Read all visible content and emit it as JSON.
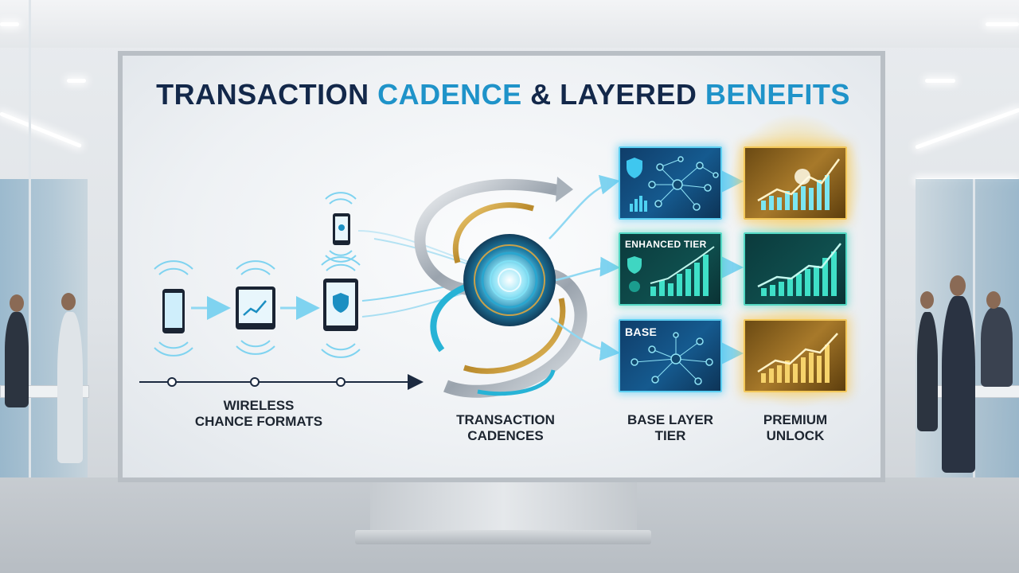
{
  "title": {
    "part1": "TRANSACTION ",
    "part2": "CADENCE",
    "part3": " & LAYERED ",
    "part4": "BENEFITS"
  },
  "labels": {
    "wireless": "WIRELESS\nCHANCE FORMATS",
    "cadences": "TRANSACTION\nCADENCES",
    "base_layer": "BASE LAYER\nTIER",
    "premium": "PREMIUM\nUNLOCK"
  },
  "panels": {
    "enhanced_tier": "ENHANCED TIER",
    "base": "BASE"
  },
  "icons": [
    "smartphone-icon",
    "tablet-trend-icon",
    "tablet-shield-icon",
    "phone-location-icon",
    "shield-icon",
    "network-icon",
    "bar-chart-icon"
  ],
  "colors": {
    "title_dark": "#13284a",
    "title_accent": "#1f93c9",
    "panel_blue": "#155a8f",
    "panel_teal": "#0f4f4e",
    "panel_gold": "#a7792a",
    "glow_cyan": "#5ccff2"
  }
}
